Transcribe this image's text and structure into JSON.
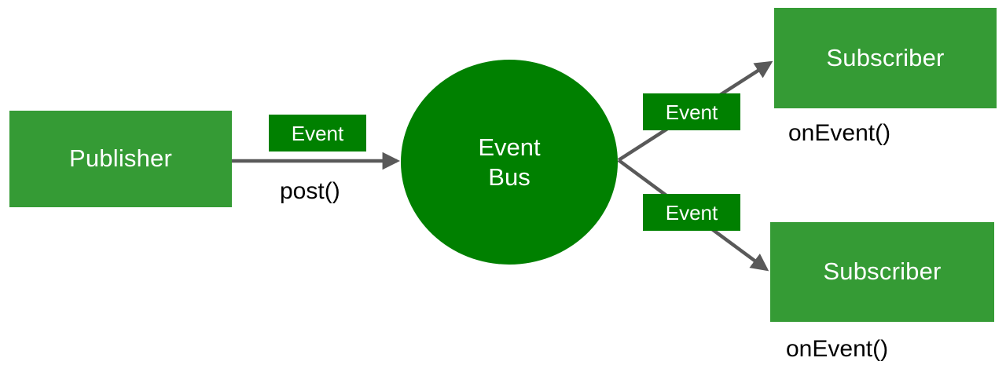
{
  "diagram": {
    "title_text_present": false,
    "background_color": "#ffffff",
    "colors": {
      "node_green": "#359B35",
      "hub_green": "#008000",
      "badge_green": "#008000",
      "edge_gray": "#595959",
      "node_text": "#ffffff",
      "caption_text": "#000000"
    },
    "publisher": {
      "label": "Publisher"
    },
    "hub": {
      "line1": "Event",
      "line2": "Bus"
    },
    "edges": {
      "publish": {
        "badge_label": "Event",
        "caption": "post()"
      },
      "deliver_top": {
        "badge_label": "Event"
      },
      "deliver_bottom": {
        "badge_label": "Event"
      }
    },
    "subscribers": [
      {
        "label": "Subscriber",
        "callback": "onEvent()"
      },
      {
        "label": "Subscriber",
        "callback": "onEvent()"
      }
    ]
  }
}
